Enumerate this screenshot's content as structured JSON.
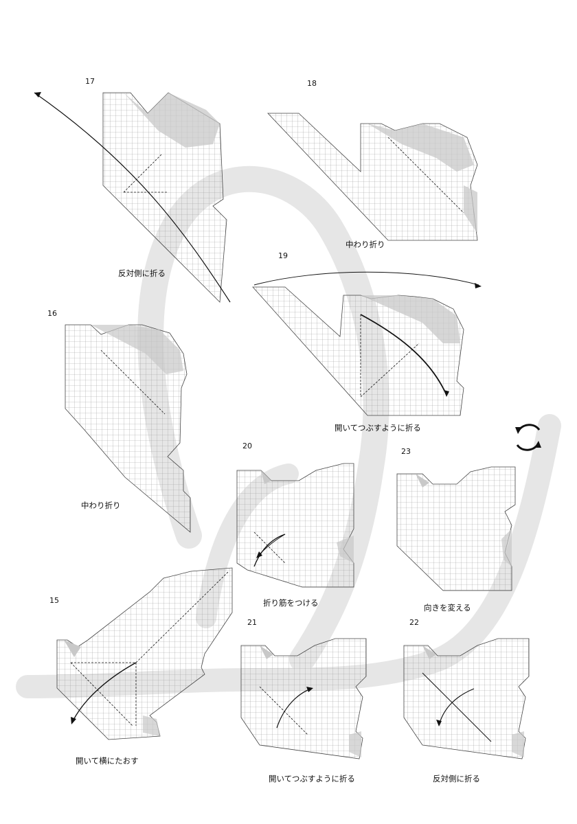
{
  "steps": [
    {
      "number": "15",
      "caption": "開いて横にたおす"
    },
    {
      "number": "16",
      "caption": "中わり折り"
    },
    {
      "number": "17",
      "caption": "反対側に折る"
    },
    {
      "number": "18",
      "caption": "中わり折り"
    },
    {
      "number": "19",
      "caption": "開いてつぶすように折る"
    },
    {
      "number": "20",
      "caption": "折り筋をつける"
    },
    {
      "number": "21",
      "caption": "開いてつぶすように折る"
    },
    {
      "number": "22",
      "caption": "反対側に折る"
    },
    {
      "number": "23",
      "caption": "向きを変える"
    }
  ],
  "colors": {
    "paper": "#ffffff",
    "grid": "#9a9a9a",
    "shade": "#c8c8c8",
    "background_stroke": "#e6e6e6",
    "ink": "#111111"
  },
  "icons": {
    "rotate": "rotate-arrows-icon",
    "fold_arrow": "fold-arrow-icon"
  }
}
